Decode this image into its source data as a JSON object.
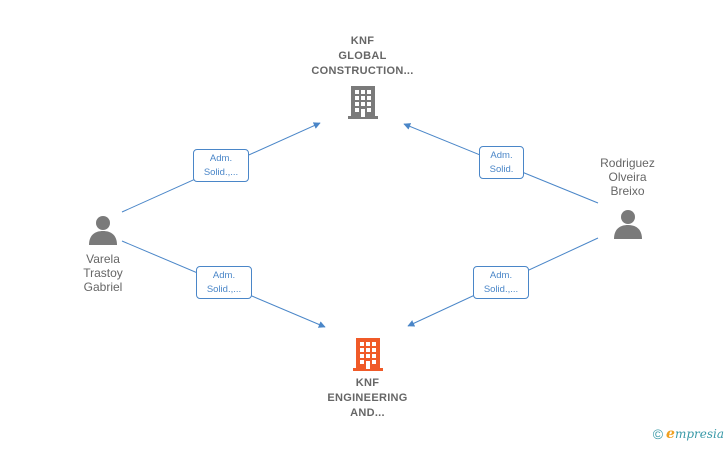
{
  "nodes": {
    "company_top": {
      "lines": [
        "KNF",
        "GLOBAL",
        "CONSTRUCTION..."
      ],
      "color": "#7a7a7a"
    },
    "company_bottom": {
      "lines": [
        "KNF",
        "ENGINEERING",
        "AND..."
      ],
      "color": "#f05a28"
    },
    "person_left": {
      "lines": [
        "Varela",
        "Trastoy",
        "Gabriel"
      ],
      "color": "#7a7a7a"
    },
    "person_right": {
      "lines": [
        "Rodriguez",
        "Olveira",
        "Breixo"
      ],
      "color": "#7a7a7a"
    }
  },
  "edges": [
    {
      "id": "left-top",
      "role": [
        "Adm.",
        "Solid.,..."
      ]
    },
    {
      "id": "right-top",
      "role": [
        "Adm.",
        "Solid."
      ]
    },
    {
      "id": "left-bottom",
      "role": [
        "Adm.",
        "Solid.,..."
      ]
    },
    {
      "id": "right-bottom",
      "role": [
        "Adm.",
        "Solid.,..."
      ]
    }
  ],
  "edge_color": "#4a86c8",
  "footer": {
    "copyright_symbol": "©",
    "brand_initial": "e",
    "brand_rest": "mpresia"
  }
}
